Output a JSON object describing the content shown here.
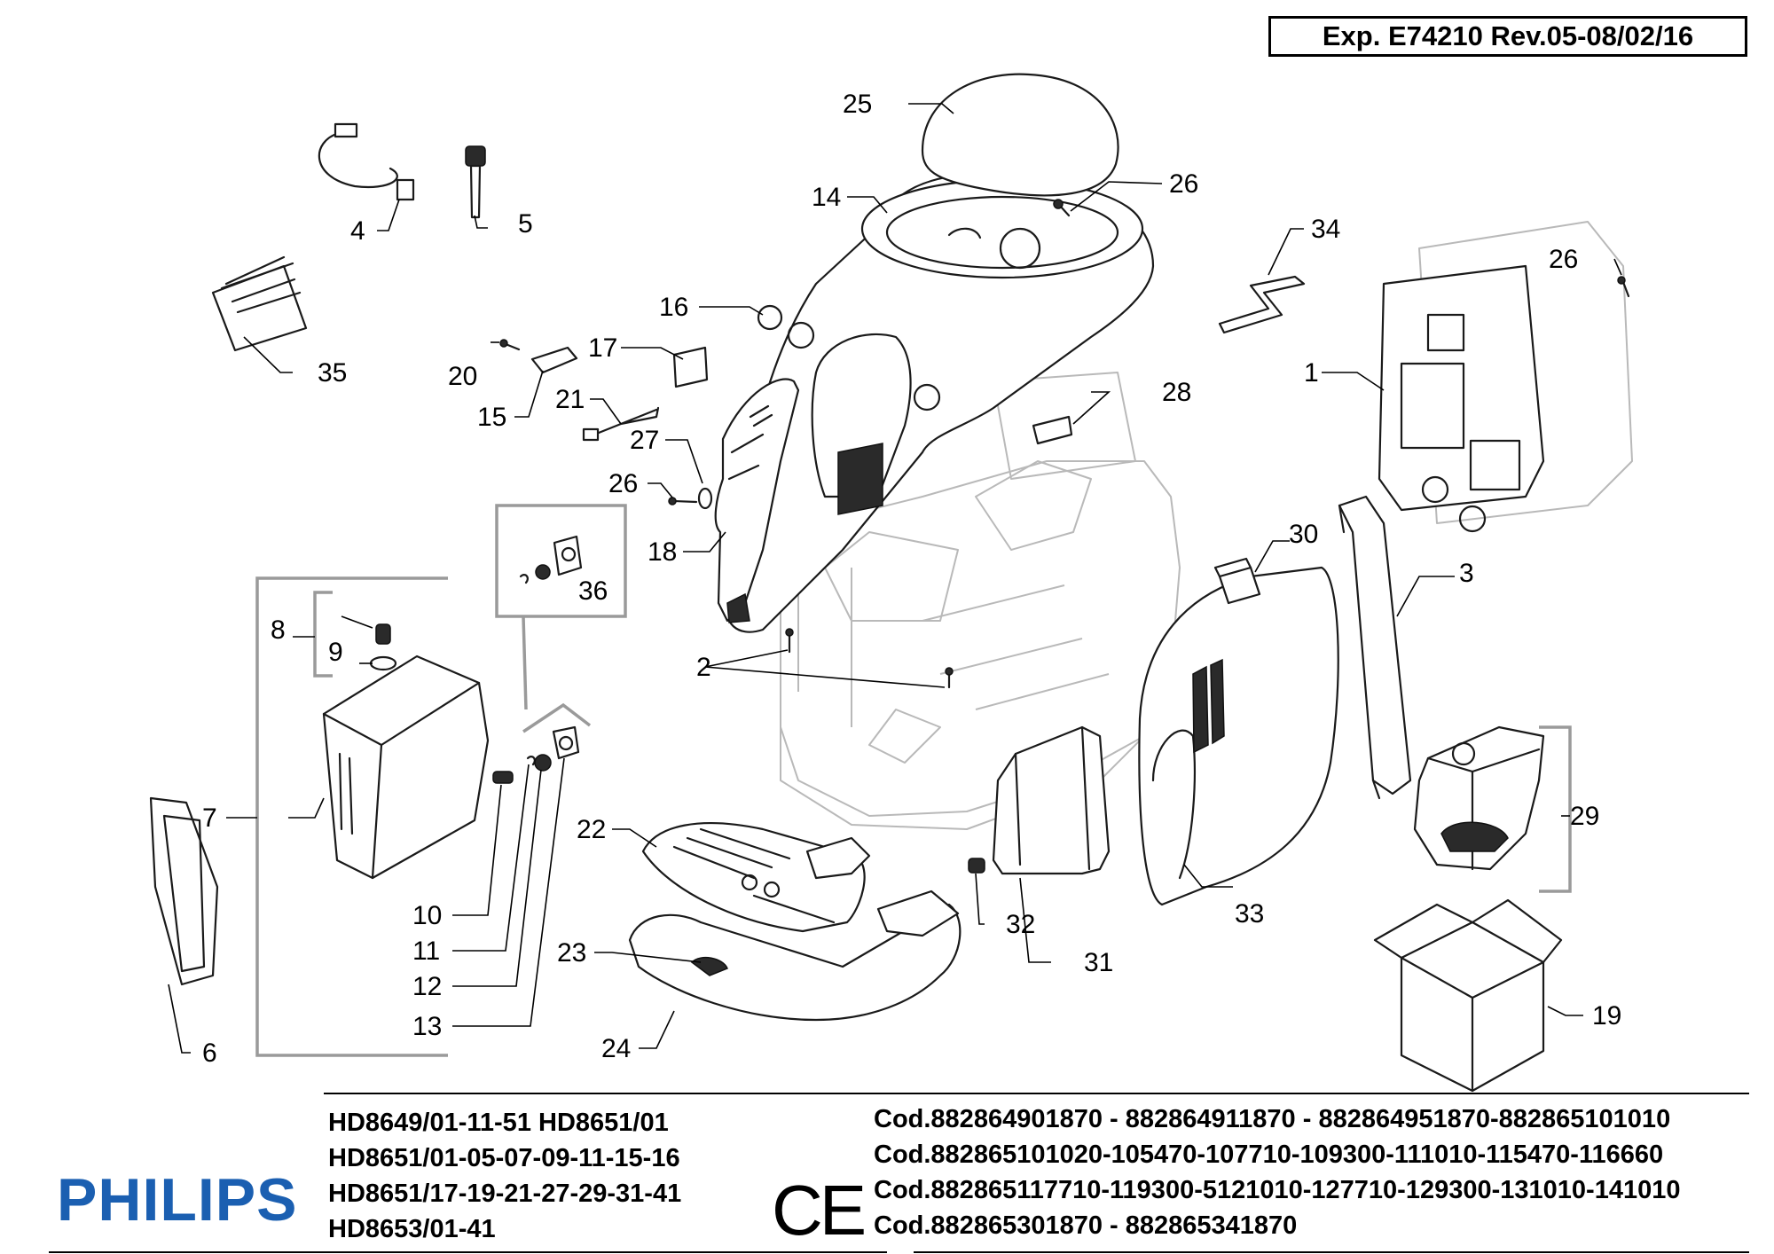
{
  "header": {
    "exp_label": "Exp. E74210 Rev.05-08/02/16"
  },
  "callouts": {
    "c1": "1",
    "c2": "2",
    "c3": "3",
    "c4": "4",
    "c5": "5",
    "c6": "6",
    "c7": "7",
    "c8": "8",
    "c9": "9",
    "c10": "10",
    "c11": "11",
    "c12": "12",
    "c13": "13",
    "c14": "14",
    "c15": "15",
    "c16": "16",
    "c17": "17",
    "c18": "18",
    "c19": "19",
    "c20": "20",
    "c21": "21",
    "c22": "22",
    "c23": "23",
    "c24": "24",
    "c25": "25",
    "c26": "26",
    "c27": "27",
    "c28": "28",
    "c29": "29",
    "c30": "30",
    "c31": "31",
    "c32": "32",
    "c33": "33",
    "c34": "34",
    "c35": "35",
    "c36": "36"
  },
  "footer": {
    "brand": "PHILIPS",
    "ce_mark": "CE",
    "models": [
      "HD8649/01-11-51 HD8651/01",
      "HD8651/01-05-07-09-11-15-16",
      "HD8651/17-19-21-27-29-31-41",
      "HD8653/01-41"
    ],
    "codes": [
      "Cod.882864901870 - 882864911870 - 882864951870-882865101010",
      "Cod.882865101020-105470-107710-109300-111010-115470-116660",
      "Cod.882865117710-119300-5121010-127710-129300-131010-141010",
      "Cod.882865301870 - 882865341870"
    ]
  }
}
